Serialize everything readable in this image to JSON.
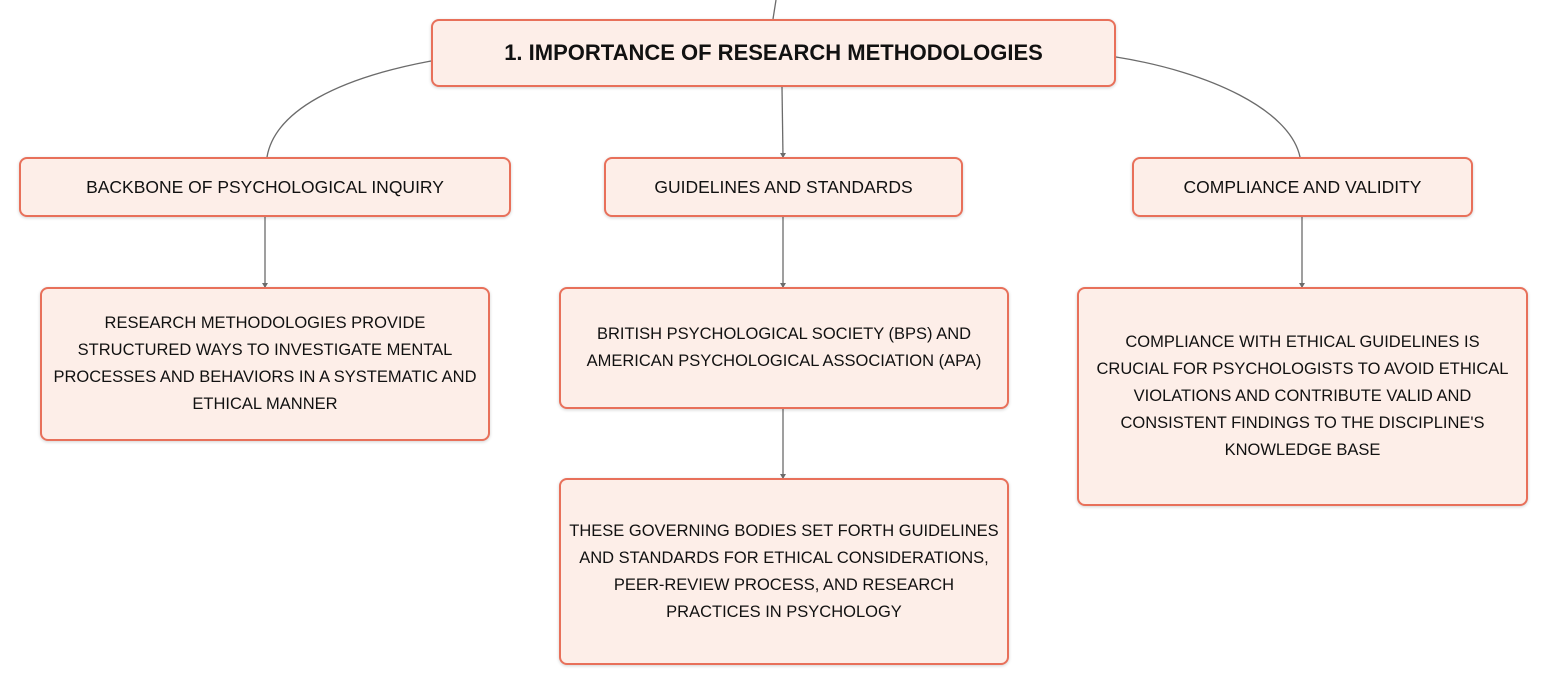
{
  "root": {
    "label": "1. IMPORTANCE OF RESEARCH METHODOLOGIES"
  },
  "branches": {
    "backbone": {
      "label": "BACKBONE OF PSYCHOLOGICAL INQUIRY",
      "detail": "RESEARCH METHODOLOGIES PROVIDE STRUCTURED WAYS TO INVESTIGATE MENTAL PROCESSES AND BEHAVIORS IN A SYSTEMATIC AND ETHICAL MANNER"
    },
    "guidelines": {
      "label": "GUIDELINES AND STANDARDS",
      "detail": "BRITISH PSYCHOLOGICAL SOCIETY (BPS) AND AMERICAN PSYCHOLOGICAL ASSOCIATION (APA)",
      "sub_detail": "THESE GOVERNING BODIES SET FORTH GUIDELINES AND STANDARDS FOR ETHICAL CONSIDERATIONS, PEER-REVIEW PROCESS, AND RESEARCH PRACTICES IN PSYCHOLOGY"
    },
    "compliance": {
      "label": "COMPLIANCE AND VALIDITY",
      "detail": "COMPLIANCE WITH ETHICAL GUIDELINES IS CRUCIAL FOR PSYCHOLOGISTS TO AVOID ETHICAL VIOLATIONS AND CONTRIBUTE VALID AND CONSISTENT FINDINGS TO THE DISCIPLINE'S KNOWLEDGE BASE"
    }
  },
  "colors": {
    "node_fill": "#fdeee8",
    "node_border": "#e8705a",
    "connector": "#666666"
  }
}
